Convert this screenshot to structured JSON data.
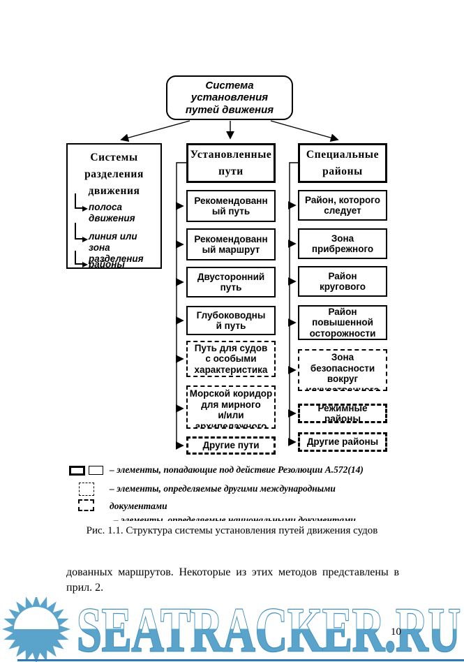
{
  "diagram": {
    "root_label": "Система\nустановления\nпутей движения",
    "left": {
      "header": "Системы\nразделения\nдвижения",
      "items": [
        {
          "label": "полоса движения"
        },
        {
          "label": "линия или зона\nразделения"
        },
        {
          "label": "районы"
        }
      ]
    },
    "middle": {
      "header": "Установленные\nпути",
      "children": [
        {
          "label": "Рекомендованн\nый путь",
          "style": "solid"
        },
        {
          "label": "Рекомендованн\nый маршрут",
          "style": "solid"
        },
        {
          "label": "Двусторонний\nпуть",
          "style": "solid"
        },
        {
          "label": "Глубоководны\nй путь",
          "style": "solid"
        },
        {
          "label": "Путь для судов\nс особыми\nхарактеристика",
          "style": "dashed"
        },
        {
          "label": "Морской коридор\nдля мирного\nи/или\nархипелажного",
          "style": "dashed"
        },
        {
          "label": "Другие пути",
          "style": "dashdot"
        }
      ]
    },
    "right": {
      "header": "Специальные\nрайоны",
      "children": [
        {
          "label": "Район, которого\nследует",
          "style": "solid"
        },
        {
          "label": "Зона\nприбрежного",
          "style": "solid"
        },
        {
          "label": "Район\nкругового",
          "style": "solid"
        },
        {
          "label": "Район\nповышенной\nосторожности",
          "style": "solid"
        },
        {
          "label": "Зона\nбезопасности\nвокруг\nискусственного",
          "style": "dashed"
        },
        {
          "label": "Режимные районы",
          "style": "dashdot"
        },
        {
          "label": "Другие районы",
          "style": "dashdot"
        }
      ]
    },
    "legend": {
      "row1": "– элементы, попадающие под действие Резолюции А.572(14)",
      "row2": "– элементы, определяемые другими международными",
      "row3": "документами",
      "row4": "– элементы, определяемые национальными документами"
    }
  },
  "caption": "Рис. 1.1. Структура системы установления путей движения судов",
  "body": {
    "line1": "дованных маршрутов. Некоторые из этих методов представлены в",
    "line2": "прил. 2."
  },
  "watermark": {
    "text": "SEATRACKER.RU",
    "fill_blue": "#5aa4cb",
    "outline_blue": "#4191c1",
    "footer_line_blue": "#2e78b5"
  },
  "page_number": "10"
}
